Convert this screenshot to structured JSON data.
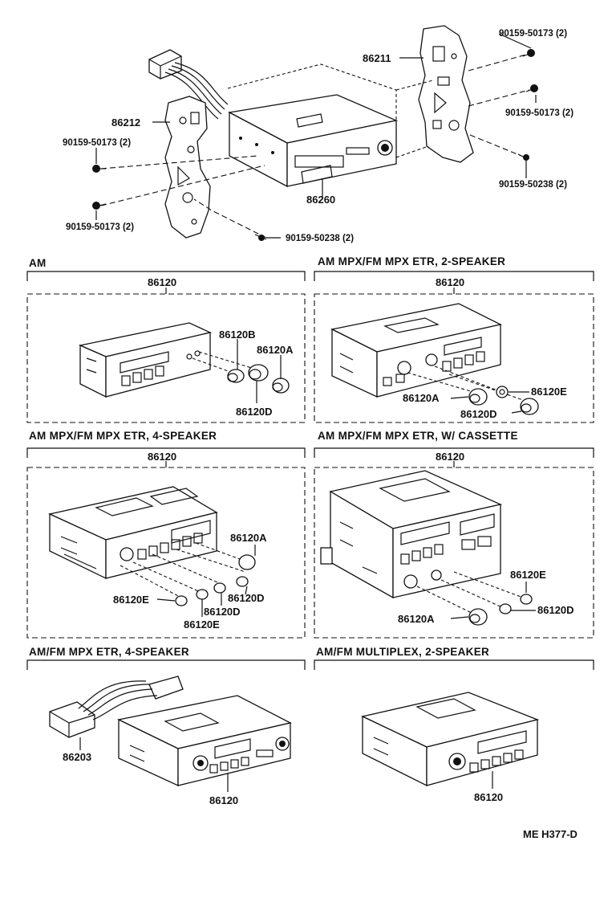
{
  "top_assembly": {
    "bracket_right_part": "86211",
    "bracket_left_part": "86212",
    "radio_part": "86260",
    "screw_rt_1": "90159-50173 (2)",
    "screw_rt_2": "90159-50173 (2)",
    "screw_rt_3": "90159-50238 (2)",
    "screw_lt_1": "90159-50173 (2)",
    "screw_lt_2": "90159-50173 (2)",
    "screw_lt_3": "90159-50238 (2)"
  },
  "variants": [
    {
      "title": "AM",
      "assembly": "86120",
      "parts": [
        "86120B",
        "86120A",
        "86120D"
      ]
    },
    {
      "title": "AM  MPX/FM  MPX  ETR, 2-SPEAKER",
      "assembly": "86120",
      "parts": [
        "86120E",
        "86120A",
        "86120D"
      ]
    },
    {
      "title": "AM  MPX/FM  MPX  ETR, 4-SPEAKER",
      "assembly": "86120",
      "parts": [
        "86120A",
        "86120E",
        "86120D",
        "86120D",
        "86120E"
      ]
    },
    {
      "title": "AM  MPX/FM  MPX  ETR, W/ CASSETTE",
      "assembly": "86120",
      "parts": [
        "86120E",
        "86120A",
        "86120D"
      ]
    },
    {
      "title": "AM/FM  MPX  ETR, 4-SPEAKER",
      "assembly": "86120",
      "parts": [
        "86203"
      ]
    },
    {
      "title": "AM/FM  MULTIPLEX,  2-SPEAKER",
      "assembly": "86120",
      "parts": []
    }
  ],
  "footer_code": "ME  H377-D"
}
